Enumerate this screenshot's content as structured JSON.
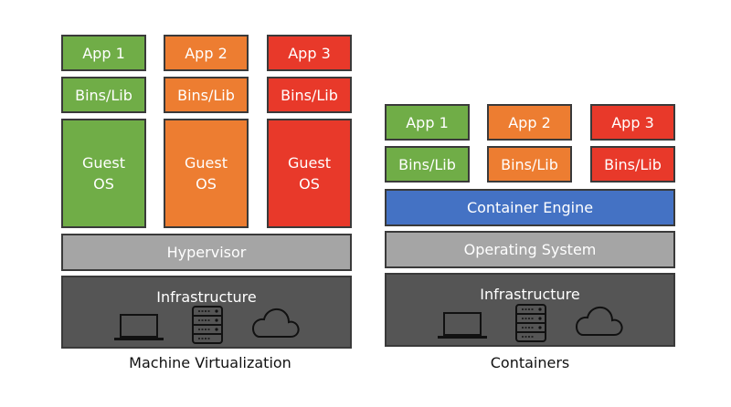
{
  "vm": {
    "caption": "Machine Virtualization",
    "apps": [
      "App 1",
      "App 2",
      "App 3"
    ],
    "bins": [
      "Bins/Lib",
      "Bins/Lib",
      "Bins/Lib"
    ],
    "guest_os": [
      "Guest\nOS",
      "Guest\nOS",
      "Guest\nOS"
    ],
    "hypervisor": "Hypervisor",
    "infrastructure": "Infrastructure"
  },
  "containers": {
    "caption": "Containers",
    "apps": [
      "App 1",
      "App 2",
      "App 3"
    ],
    "bins": [
      "Bins/Lib",
      "Bins/Lib",
      "Bins/Lib"
    ],
    "engine": "Container Engine",
    "os": "Operating System",
    "infrastructure": "Infrastructure"
  },
  "colors": {
    "green": "#70ad47",
    "orange": "#ed7d31",
    "red": "#e8392a",
    "blue": "#4472c4",
    "gray": "#a5a5a5",
    "dark": "#555555"
  },
  "icons": [
    "laptop-icon",
    "server-icon",
    "cloud-icon"
  ]
}
